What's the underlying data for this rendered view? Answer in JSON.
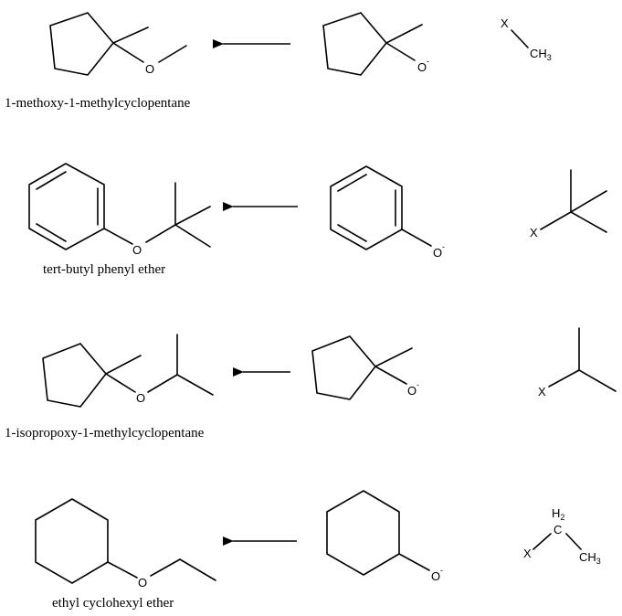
{
  "atoms": {
    "oxygen": "O",
    "charge": "-",
    "halogen": "X",
    "methyl": "CH",
    "methyl_sub": "3",
    "methylene": "H",
    "methylene_sub": "2",
    "carbon": "C"
  },
  "reactions": [
    {
      "product_name": "1-methoxy-1-methylcyclopentane"
    },
    {
      "product_name": "tert-butyl phenyl ether"
    },
    {
      "product_name": "1-isopropoxy-1-methylcyclopentane"
    },
    {
      "product_name": "ethyl cyclohexyl ether"
    }
  ]
}
